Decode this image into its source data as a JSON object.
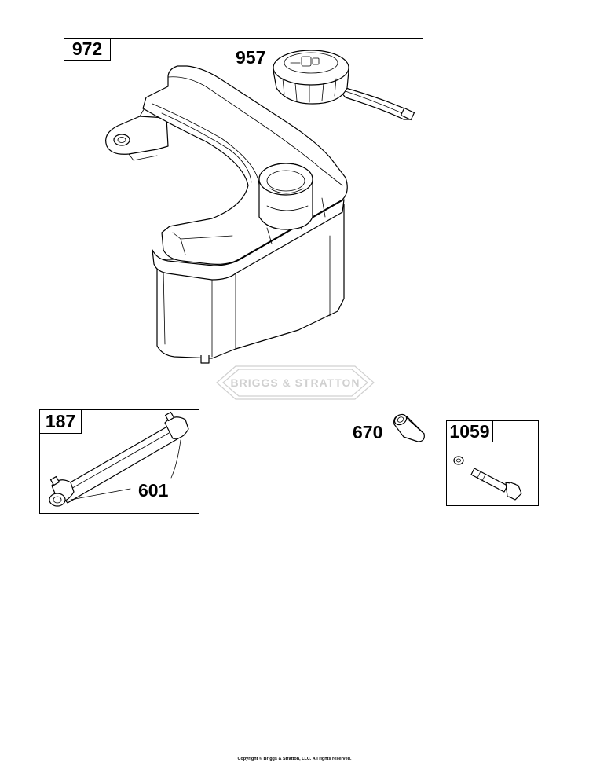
{
  "parts": {
    "fuel_tank_assembly": {
      "ref": "972"
    },
    "fuel_cap": {
      "ref": "957"
    },
    "fuel_line_kit": {
      "ref": "187"
    },
    "hose_clamp": {
      "ref": "601"
    },
    "spacer": {
      "ref": "670"
    },
    "bolt_kit": {
      "ref": "1059"
    }
  },
  "watermark": {
    "brand": "BRIGGS & STRATTON"
  },
  "footer": {
    "copyright": "Copyright © Briggs & Stratton, LLC. All rights reserved."
  }
}
